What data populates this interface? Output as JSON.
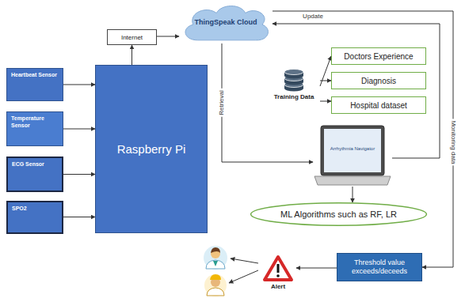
{
  "diagram": {
    "nodes": [
      {
        "text": [
          "ThingSpeak Cloud"
        ]
      },
      {
        "text": [
          "Internet"
        ]
      },
      {
        "text": [
          "Heartbeat Sensor"
        ]
      },
      {
        "text": [
          "Temperature Sensor"
        ]
      },
      {
        "text": [
          "ECG Sensor"
        ]
      },
      {
        "text": [
          "SPO2"
        ]
      },
      {
        "text": [
          "Raspberry Pi"
        ]
      },
      {
        "text": [
          "Training Data"
        ]
      },
      {
        "text": [
          "Doctors Experience"
        ]
      },
      {
        "text": [
          "Diagnosis"
        ]
      },
      {
        "text": [
          "Hospital dataset"
        ]
      },
      {
        "text": [
          "Arrhythmia Navigator"
        ]
      },
      {
        "text": [
          "ML Algorithms such as RF, LR"
        ]
      },
      {
        "text": [
          "Threshold value exceeds/deceeds"
        ]
      },
      {
        "text": [
          "Alert"
        ]
      }
    ],
    "edges": [
      {
        "from": 2,
        "to": 6,
        "arrow": "to"
      },
      {
        "from": 3,
        "to": 6,
        "arrow": "to"
      },
      {
        "from": 4,
        "to": 6,
        "arrow": "to"
      },
      {
        "from": 5,
        "to": 6,
        "arrow": "to"
      },
      {
        "from": 6,
        "to": 1,
        "arrow": "to"
      },
      {
        "from": 1,
        "to": 0,
        "arrow": "to"
      },
      {
        "from": 0,
        "to": 11,
        "label": "Retrieval",
        "arrow": "to"
      },
      {
        "from": 7,
        "to": 8,
        "arrow": "to"
      },
      {
        "from": 7,
        "to": 9,
        "arrow": "to"
      },
      {
        "from": 7,
        "to": 10,
        "arrow": "to"
      },
      {
        "from": 11,
        "to": 12,
        "arrow": "to"
      },
      {
        "from": 11,
        "to": 0,
        "label": "Update",
        "arrow": "to"
      },
      {
        "from": 0,
        "to": 13,
        "label": "Monitoring data",
        "arrow": "to"
      },
      {
        "from": 13,
        "to": 14,
        "arrow": "to"
      }
    ]
  }
}
